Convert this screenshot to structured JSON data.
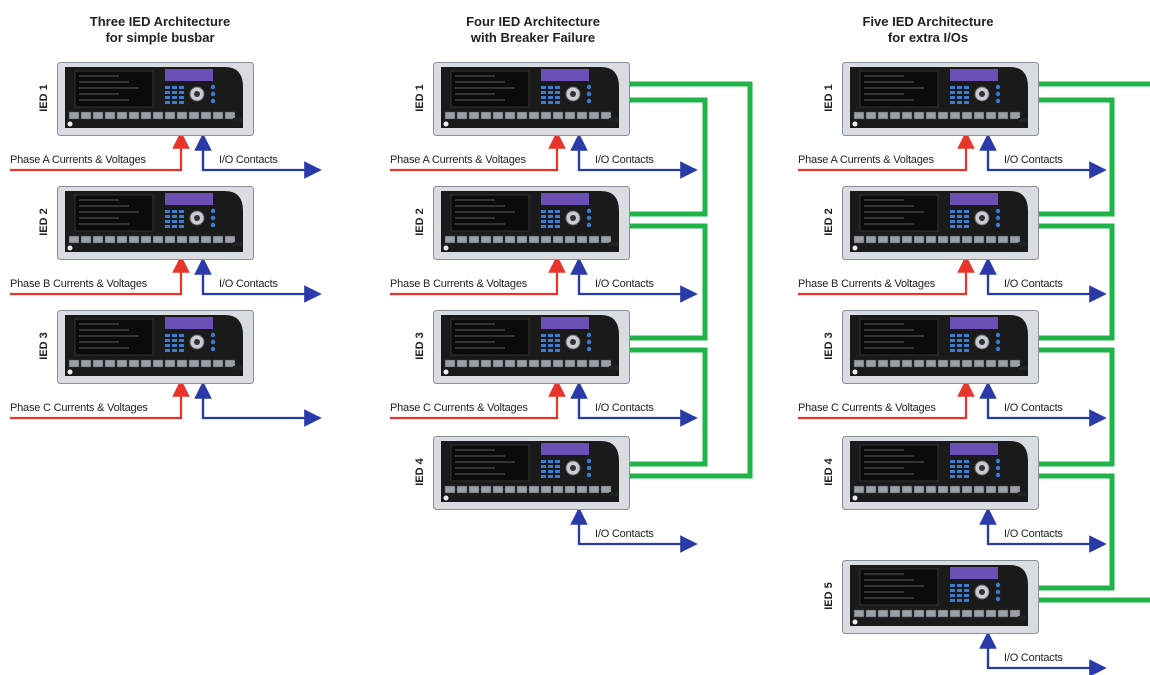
{
  "columns": [
    {
      "title_line1": "Three IED Architecture",
      "title_line2": "for simple busbar",
      "ieds": [
        "IED 1",
        "IED 2",
        "IED 3"
      ],
      "phase_labels": [
        "Phase A Currents & Voltages",
        "Phase B Currents & Voltages",
        "Phase C Currents & Voltages"
      ],
      "io_labels": [
        "I/O Contacts",
        "I/O Contacts"
      ]
    },
    {
      "title_line1": "Four IED Architecture",
      "title_line2": "with Breaker Failure",
      "ieds": [
        "IED 1",
        "IED 2",
        "IED 3",
        "IED 4"
      ],
      "phase_labels": [
        "Phase A Currents & Voltages",
        "Phase B Currents & Voltages",
        "Phase C Currents & Voltages"
      ],
      "io_labels": [
        "I/O Contacts",
        "I/O Contacts",
        "I/O Contacts",
        "I/O Contacts"
      ]
    },
    {
      "title_line1": "Five IED Architecture",
      "title_line2": "for extra I/Os",
      "ieds": [
        "IED 1",
        "IED 2",
        "IED 3",
        "IED 4",
        "IED 5"
      ],
      "phase_labels": [
        "Phase A Currents & Voltages",
        "Phase B Currents & Voltages",
        "Phase C Currents & Voltages"
      ],
      "io_labels": [
        "I/O Contacts",
        "I/O Contacts",
        "I/O Contacts",
        "I/O Contacts",
        "I/O Contacts"
      ]
    }
  ],
  "colors": {
    "current_arrow": "#e8352b",
    "io_arrow": "#2a3aa8",
    "link": "#1fb34a",
    "panel_dark": "#1a1a1a",
    "panel_bezel": "#d9dde2",
    "display_purple": "#6a4fb5",
    "keypad_blue": "#3a7bd5"
  }
}
